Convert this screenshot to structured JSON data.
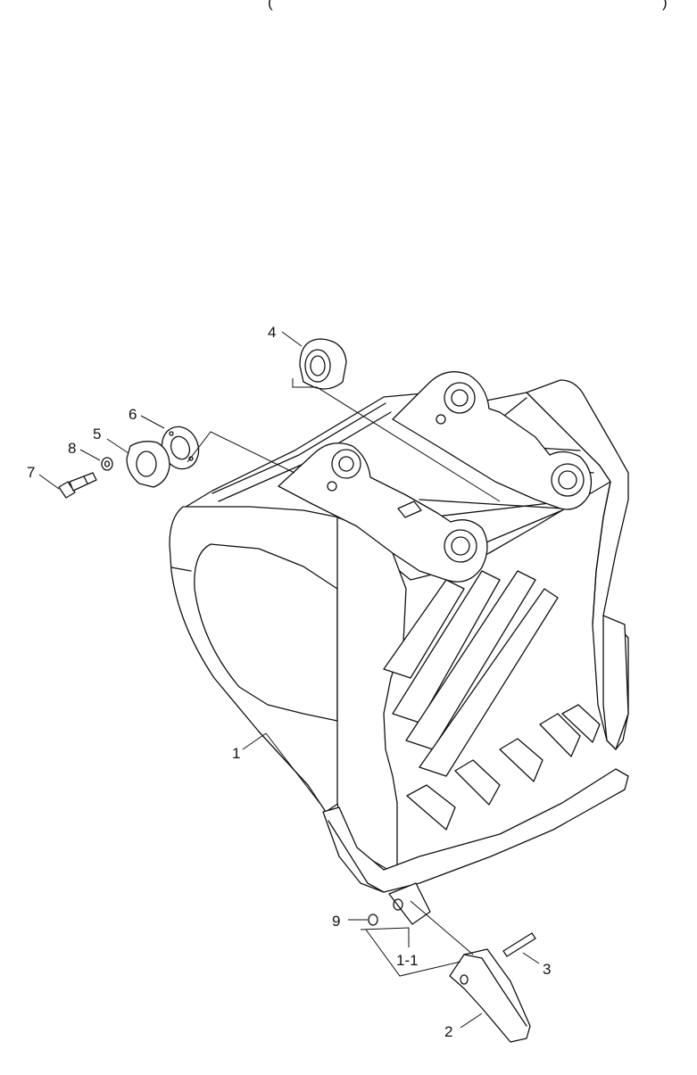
{
  "header": {
    "open_paren": "(",
    "close_paren": ")"
  },
  "colors": {
    "line": "#111111",
    "background": "#ffffff"
  },
  "callouts": [
    {
      "id": "1",
      "label": "1"
    },
    {
      "id": "1-1",
      "label": "1-1"
    },
    {
      "id": "2",
      "label": "2"
    },
    {
      "id": "3",
      "label": "3"
    },
    {
      "id": "4",
      "label": "4"
    },
    {
      "id": "5",
      "label": "5"
    },
    {
      "id": "6",
      "label": "6"
    },
    {
      "id": "7",
      "label": "7"
    },
    {
      "id": "8",
      "label": "8"
    },
    {
      "id": "9",
      "label": "9"
    }
  ]
}
